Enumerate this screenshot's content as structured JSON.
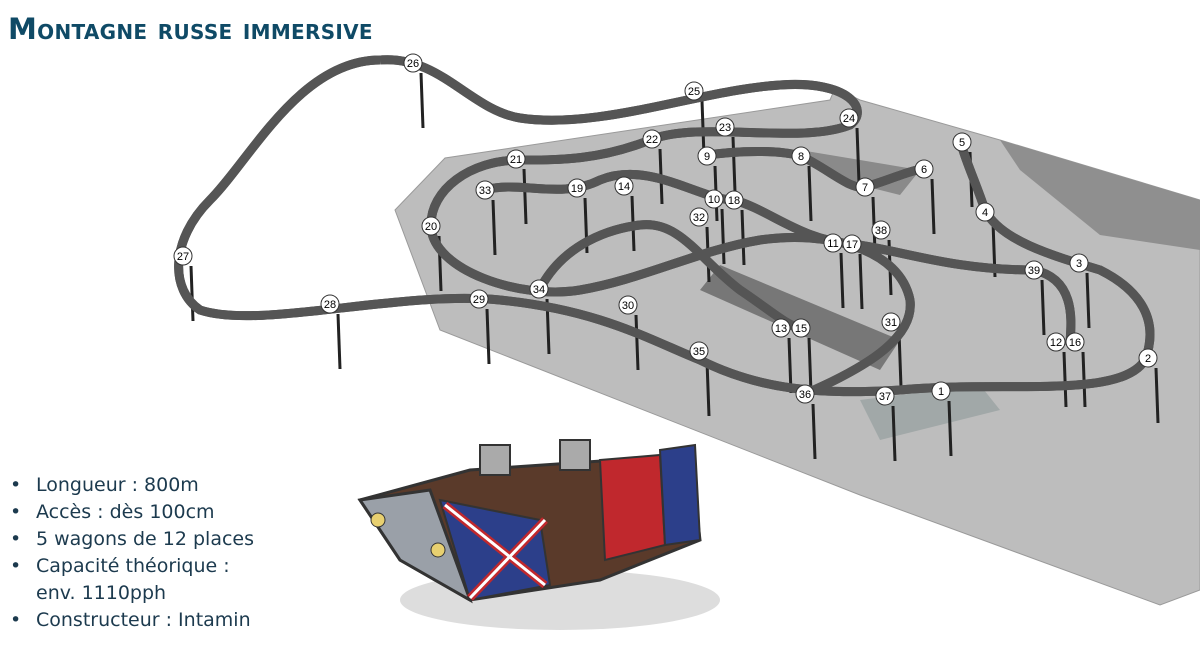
{
  "slide": {
    "title": "Montagne russe immersive",
    "bullets": [
      "Longueur : 800m",
      "Accès : dès 100cm",
      "5 wagons de 12 places",
      "Capacité théorique : env. 1110pph",
      "Constructeur : Intamin"
    ]
  },
  "diagram": {
    "markers": [
      "26",
      "25",
      "24",
      "23",
      "22",
      "5",
      "9",
      "8",
      "6",
      "21",
      "7",
      "14",
      "19",
      "33",
      "10",
      "18",
      "4",
      "32",
      "20",
      "38",
      "11",
      "17",
      "27",
      "3",
      "39",
      "34",
      "29",
      "28",
      "30",
      "31",
      "13",
      "15",
      "12",
      "16",
      "35",
      "2",
      "1",
      "37",
      "36"
    ]
  },
  "colors": {
    "title": "#0f4a66",
    "floor": "#b9b9b9",
    "text": "#1c3a4e"
  }
}
